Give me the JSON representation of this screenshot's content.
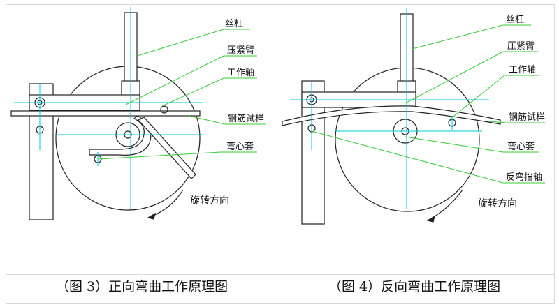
{
  "figure_left": {
    "caption": "（图 3）正向弯曲工作原理图",
    "labels": {
      "screw": "丝杠",
      "press_arm": "压紧臂",
      "work_shaft": "工作轴",
      "rebar_sample": "钢筋试样",
      "bending_sleeve": "弯心套",
      "rotation_direction": "旋转方向"
    }
  },
  "figure_right": {
    "caption": "（图 4）反向弯曲工作原理图",
    "labels": {
      "screw": "丝杠",
      "press_arm": "压紧臂",
      "work_shaft": "工作轴",
      "rebar_sample": "钢筋试样",
      "bending_sleeve": "弯心套",
      "reverse_stop_shaft": "反弯挡轴",
      "rotation_direction": "旋转方向"
    }
  },
  "colors": {
    "outline": "#222222",
    "centerline": "#00c8e0",
    "leader": "#33cc33",
    "background": "#ffffff"
  }
}
